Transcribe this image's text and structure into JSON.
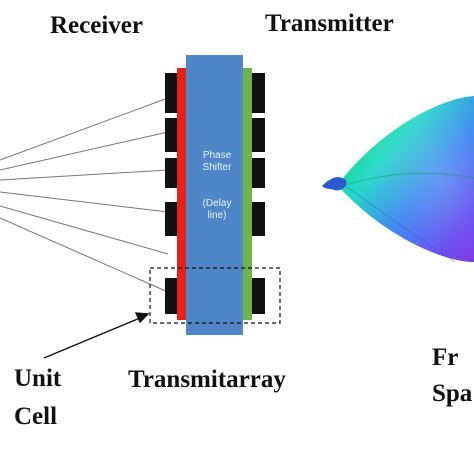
{
  "labels": {
    "receiver": "Receiver",
    "transmitter": "Transmitter",
    "transmitarray": "Transmitarray",
    "unit_cell_line1": "Unit",
    "unit_cell_line2": "Cell",
    "free_space_line1": "Fr",
    "free_space_line2": "Spa"
  },
  "phase_shifter": {
    "line1": "Phase",
    "line2": "Shifter",
    "line3": "(Delay",
    "line4": "line)"
  },
  "colors": {
    "receiver_layer": "#e8201a",
    "phase_shifter": "#4f86c8",
    "transmitter_layer": "#6fb24a",
    "patch": "#111111"
  }
}
